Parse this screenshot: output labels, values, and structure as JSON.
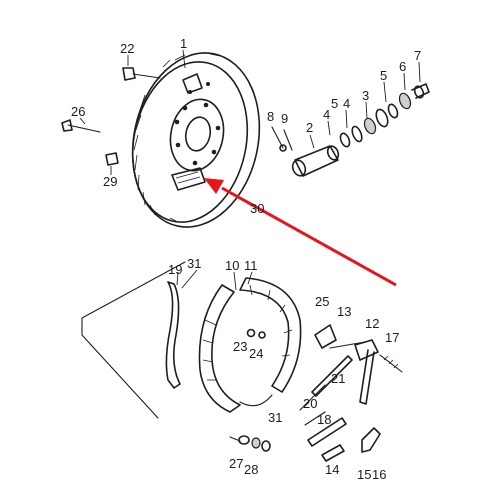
{
  "diagram": {
    "labels": {
      "l1": "1",
      "l2": "2",
      "l3": "3",
      "l4a": "4",
      "l4b": "4",
      "l5a": "5",
      "l5b": "5",
      "l6": "6",
      "l7": "7",
      "l8": "8",
      "l9": "9",
      "l10": "10",
      "l11": "11",
      "l12": "12",
      "l13": "13",
      "l14": "14",
      "l15": "15",
      "l16": "16",
      "l17": "17",
      "l18": "18",
      "l19": "19",
      "l20": "20",
      "l21": "21",
      "l22": "22",
      "l23": "23",
      "l24": "24",
      "l25": "25",
      "l26": "26",
      "l27": "27",
      "l28": "28",
      "l29": "29",
      "l30": "30",
      "l31a": "31",
      "l31b": "31"
    },
    "arrow_color": "#e8141b"
  }
}
